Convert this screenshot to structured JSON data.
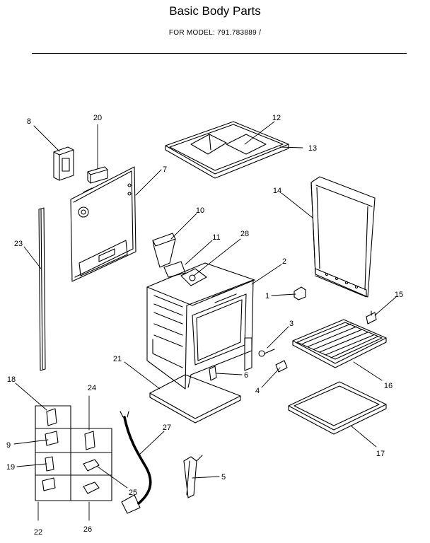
{
  "header": {
    "title": "Basic Body Parts",
    "model_label": "FOR MODEL:",
    "model_number": "791.783889 /"
  },
  "callouts": [
    {
      "id": "8",
      "label": "8"
    },
    {
      "id": "20",
      "label": "20"
    },
    {
      "id": "7",
      "label": "7"
    },
    {
      "id": "12",
      "label": "12"
    },
    {
      "id": "13",
      "label": "13"
    },
    {
      "id": "14",
      "label": "14"
    },
    {
      "id": "23",
      "label": "23"
    },
    {
      "id": "10",
      "label": "10"
    },
    {
      "id": "11",
      "label": "11"
    },
    {
      "id": "28",
      "label": "28"
    },
    {
      "id": "2",
      "label": "2"
    },
    {
      "id": "1",
      "label": "1"
    },
    {
      "id": "15",
      "label": "15"
    },
    {
      "id": "3",
      "label": "3"
    },
    {
      "id": "21",
      "label": "21"
    },
    {
      "id": "6",
      "label": "6"
    },
    {
      "id": "4",
      "label": "4"
    },
    {
      "id": "16",
      "label": "16"
    },
    {
      "id": "18",
      "label": "18"
    },
    {
      "id": "24",
      "label": "24"
    },
    {
      "id": "27",
      "label": "27"
    },
    {
      "id": "9",
      "label": "9"
    },
    {
      "id": "17",
      "label": "17"
    },
    {
      "id": "19",
      "label": "19"
    },
    {
      "id": "25",
      "label": "25"
    },
    {
      "id": "5",
      "label": "5"
    },
    {
      "id": "22",
      "label": "22"
    },
    {
      "id": "26",
      "label": "26"
    }
  ]
}
